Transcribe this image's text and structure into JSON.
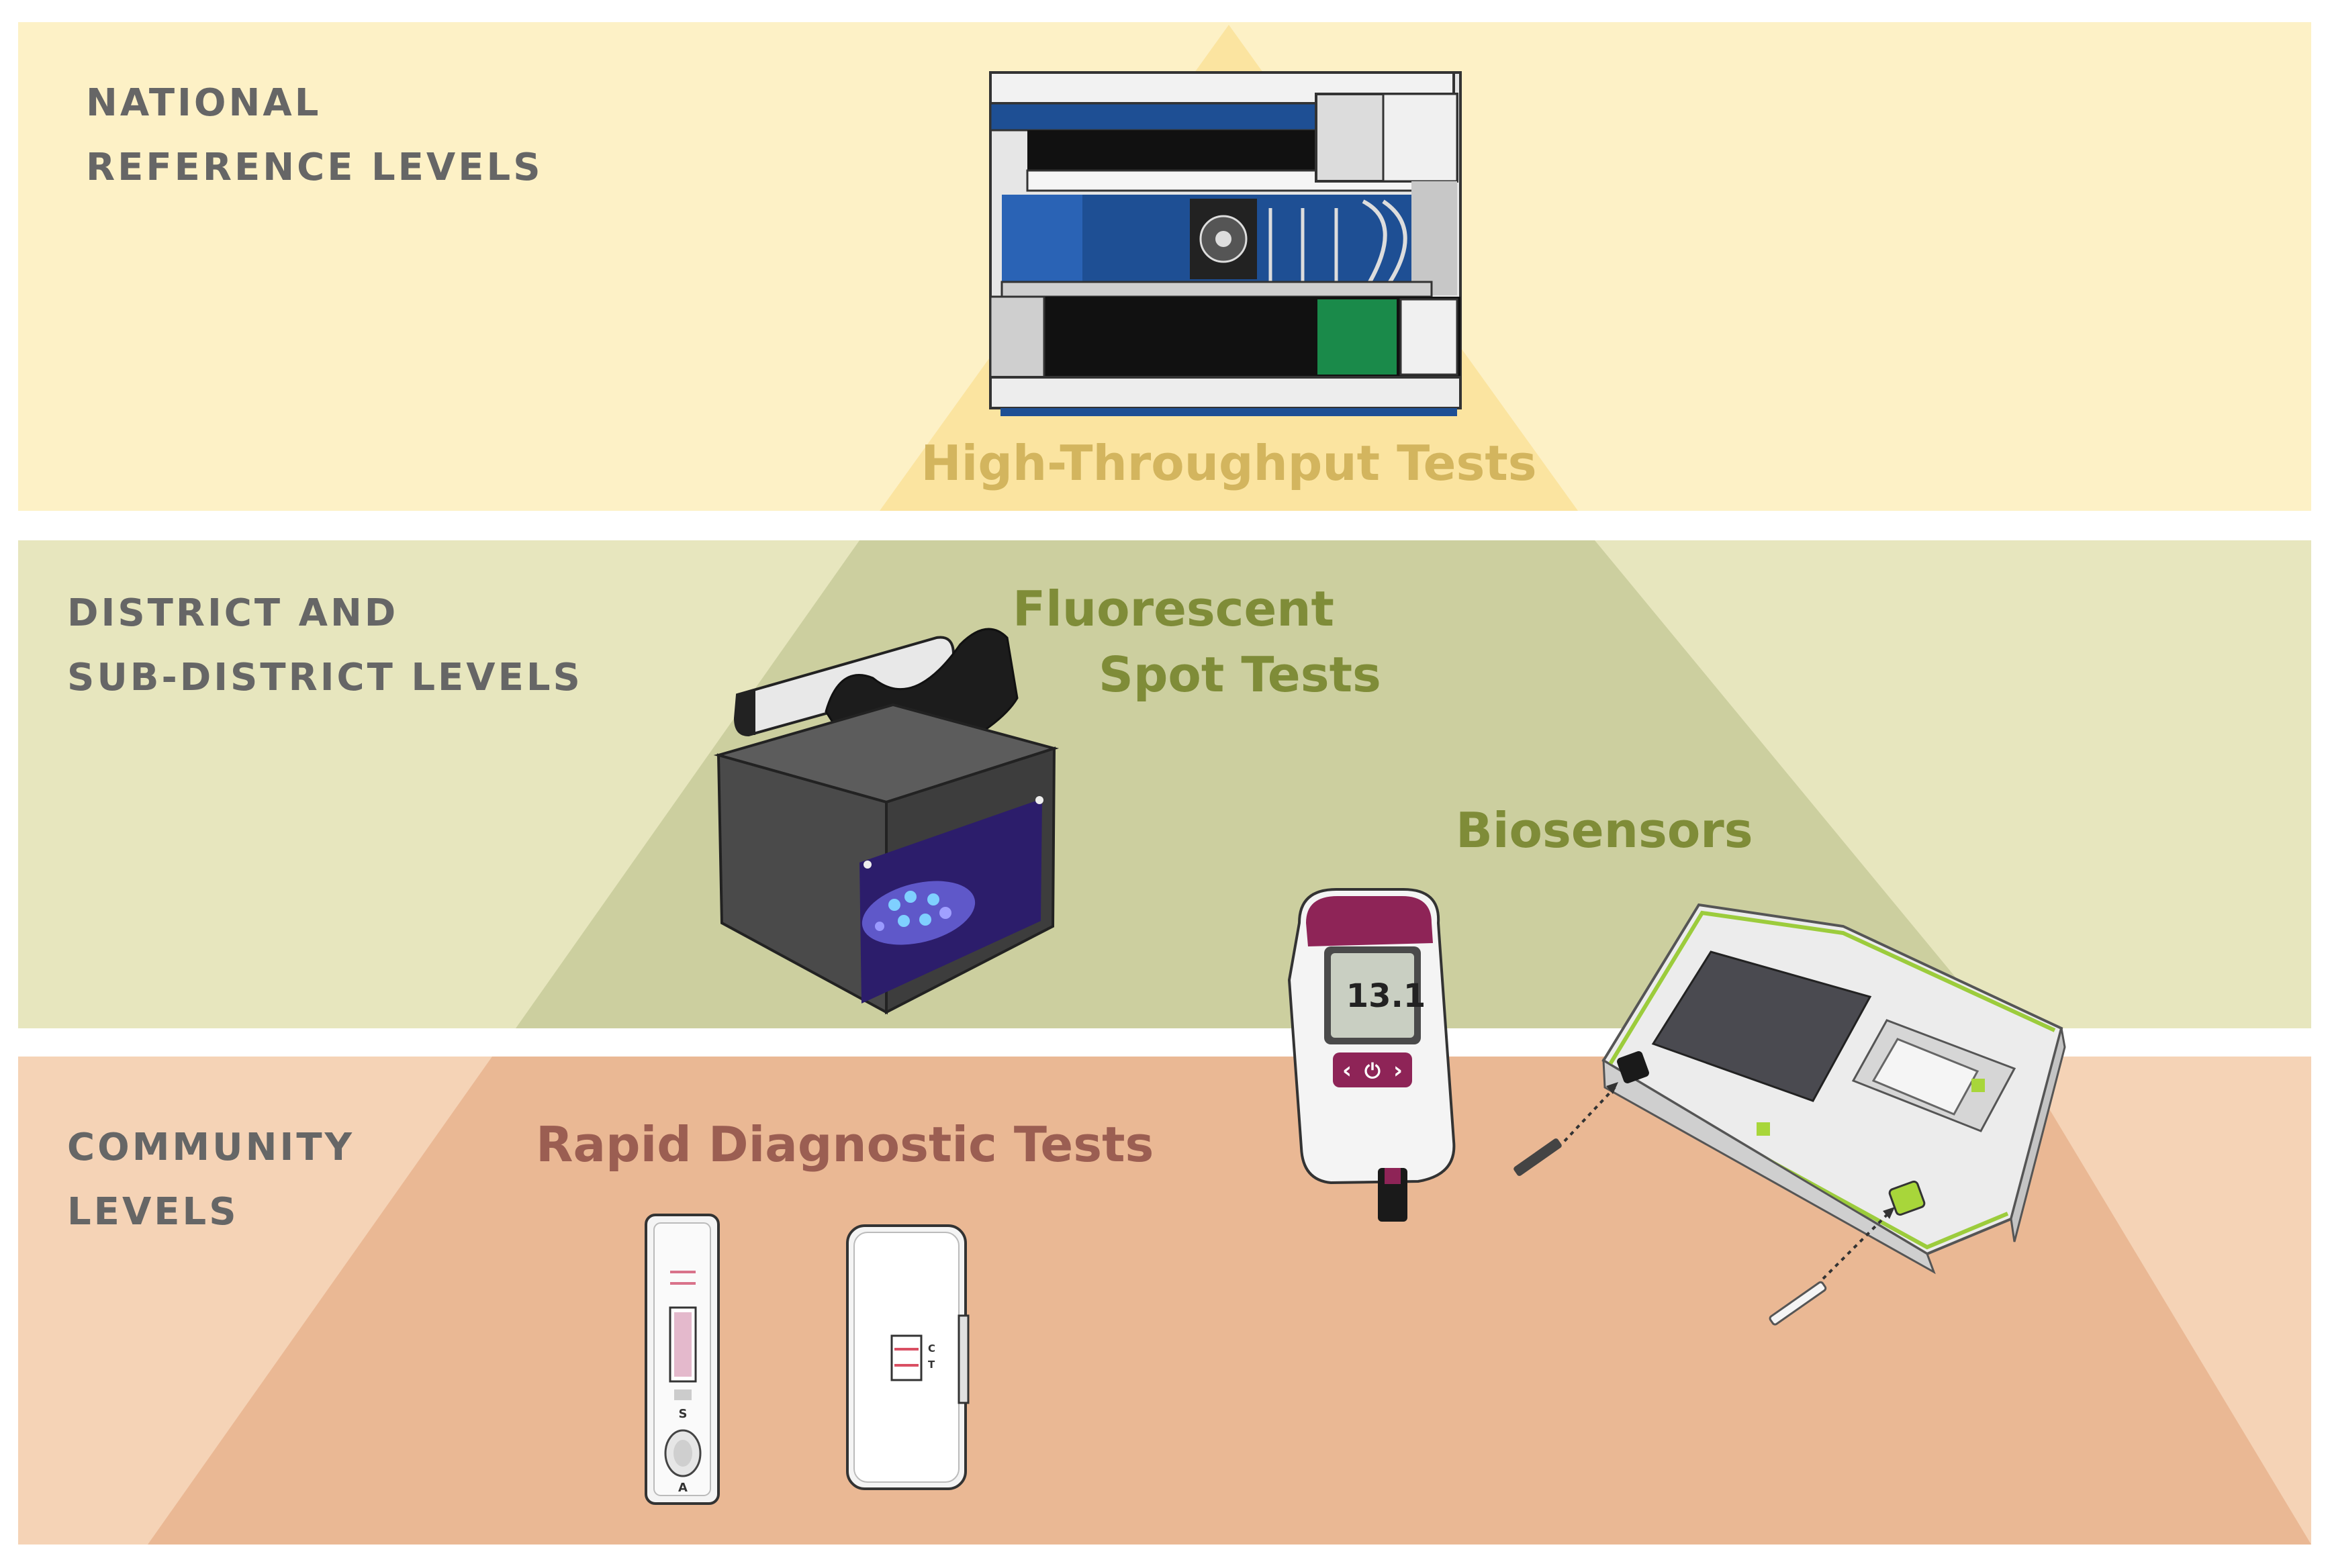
{
  "bands": [
    {
      "id": "national",
      "label_lines": [
        "NATIONAL",
        "REFERENCE LEVELS"
      ],
      "test_name": "High-Throughput Tests",
      "band_color": "#fdf1c6",
      "triangle_color": "#fbe4a0",
      "test_label_color": "#d3b55e"
    },
    {
      "id": "district",
      "label_lines": [
        "DISTRICT AND",
        "SUB-DISTRICT LEVELS"
      ],
      "test_names": [
        "Fluorescent",
        "Spot Tests"
      ],
      "sensor_name": "Biosensors",
      "band_color": "#e7e6be",
      "triangle_color": "#cccf9f",
      "test_label_color": "#7f8c38"
    },
    {
      "id": "community",
      "label_lines": [
        "COMMUNITY",
        "LEVELS"
      ],
      "test_name": "Rapid Diagnostic Tests",
      "band_color": "#f5d3b6",
      "triangle_color": "#eab894",
      "test_label_color": "#9b5e52"
    }
  ],
  "devices": {
    "glucometer_reading": "13.1",
    "glucometer_power_glyph": "⏻",
    "glucometer_left_glyph": "‹",
    "glucometer_right_glyph": "›",
    "rdt_strip_labels": [
      "S",
      "A"
    ],
    "rdt_cassette_labels": [
      "C",
      "T"
    ],
    "icon_names": [
      "lab-analyzer-icon",
      "uv-lamp-icon",
      "glucometer-icon",
      "biosensor-reader-icon",
      "rdt-strip-icon",
      "rdt-cassette-icon"
    ]
  }
}
